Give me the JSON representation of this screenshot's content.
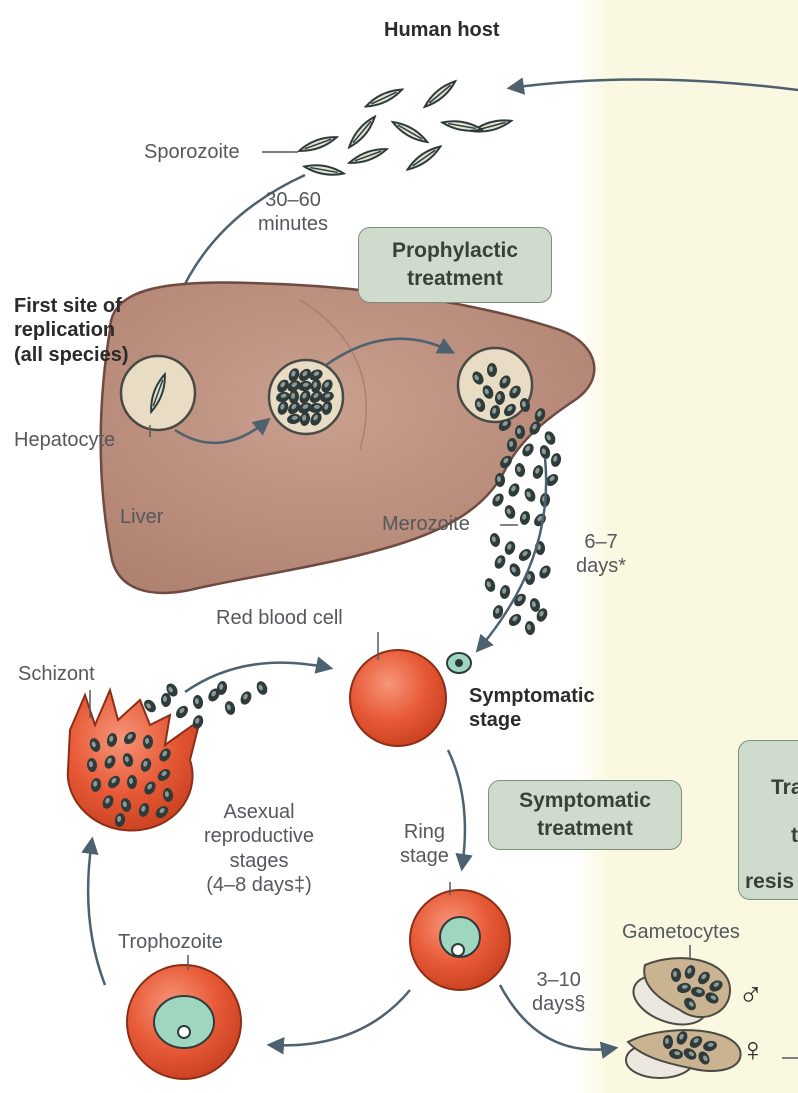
{
  "header": {
    "title": "Human host"
  },
  "labels": {
    "sporozoite": "Sporozoite",
    "time_liver": "30–60\nminutes",
    "first_site": "First site of\nreplication\n(all species)",
    "hepatocyte": "Hepatocyte",
    "liver": "Liver",
    "merozoite": "Merozoite",
    "time_merozoite": "6–7\ndays*",
    "red_blood_cell": "Red blood cell",
    "schizont": "Schizont",
    "symptomatic_stage": "Symptomatic\nstage",
    "asexual": "Asexual\nreproductive\nstages\n(4–8 days‡)",
    "ring_stage": "Ring\nstage",
    "trophozoite": "Trophozoite",
    "gametocytes": "Gametocytes",
    "time_gametocytes": "3–10\ndays§",
    "male_symbol": "♂",
    "female_symbol": "♀"
  },
  "boxes": {
    "prophylactic": [
      "Prophylactic",
      "treatment"
    ],
    "symptomatic": [
      "Symptomatic",
      "treatment"
    ],
    "cut_off": [
      "Tra",
      "t",
      "resis"
    ]
  },
  "colors": {
    "liver": "#b98a78",
    "liver_outline": "#6e4a40",
    "rbc": "#e0522f",
    "parasite": "#2f3a3a",
    "box_fill": "#cfdccd",
    "arrow": "#4d6170",
    "right_panel": "#fbf8e2"
  }
}
